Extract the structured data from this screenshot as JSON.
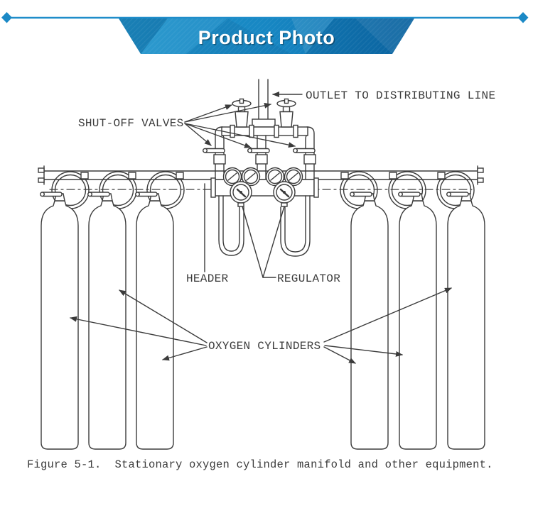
{
  "banner": {
    "title": "Product Photo",
    "line_color": "#1f8dca",
    "diamond_color": "#1b89c6",
    "gradient_left": "#2095cc",
    "gradient_mid": "#1787c3",
    "gradient_right": "#0c6cab"
  },
  "diagram": {
    "ink": "#3b3b3b",
    "labels": {
      "outlet": "OUTLET TO DISTRIBUTING LINE",
      "shutoff_valves": "SHUT-OFF VALVES",
      "header": "HEADER",
      "regulator": "REGULATOR",
      "oxygen_cylinders": "OXYGEN CYLINDERS"
    },
    "caption": "Figure 5-1.  Stationary oxygen cylinder manifold and other equipment."
  }
}
